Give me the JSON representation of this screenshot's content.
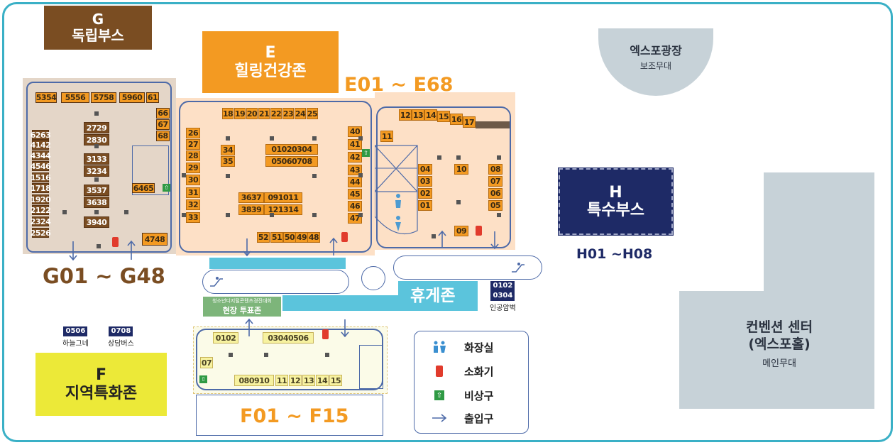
{
  "zones": {
    "g": {
      "letter": "G",
      "name": "독립부스",
      "range": "G01 ~ G48"
    },
    "e": {
      "letter": "E",
      "name": "힐링건강존",
      "range": "E01 ~ E68"
    },
    "h": {
      "letter": "H",
      "name": "특수부스",
      "range": "H01 ~H08"
    },
    "f": {
      "letter": "F",
      "name": "지역특화존",
      "range": "F01 ~ F15"
    }
  },
  "plaza": {
    "name": "엑스포광장",
    "sub": "보조무대"
  },
  "convention": {
    "line1": "컨벤션 센터",
    "line2": "(엑스포홀)",
    "sub": "메인무대"
  },
  "rest_zone": "휴게존",
  "vote": {
    "line1": "청소년디지털콘텐츠경진대회",
    "line2": "현장 투표존"
  },
  "small_booths": {
    "b0506": {
      "nums": "0506",
      "caption": "하늘그네"
    },
    "b0708": {
      "nums": "0708",
      "caption": "상담버스"
    },
    "b0102": {
      "nums1": "0102",
      "nums2": "0304",
      "caption": "인공암벽"
    }
  },
  "legend": {
    "restroom": "화장실",
    "extinguisher": "소화기",
    "exit": "비상구",
    "entrance": "출입구"
  },
  "booths": {
    "g": [
      [
        "5354",
        50,
        130,
        30,
        15
      ],
      [
        "5556",
        86,
        130,
        40,
        15
      ],
      [
        "5758",
        128,
        130,
        36,
        15
      ],
      [
        "5960",
        168,
        130,
        36,
        15
      ],
      [
        "61",
        206,
        130,
        18,
        15
      ],
      [
        "66",
        220,
        152,
        19,
        15
      ],
      [
        "67",
        220,
        168,
        19,
        15
      ],
      [
        "68",
        220,
        184,
        19,
        15
      ],
      [
        "6263",
        45,
        183,
        24,
        14
      ],
      [
        "4142",
        45,
        197,
        24,
        14
      ],
      [
        "4344",
        45,
        212,
        24,
        14
      ],
      [
        "4546",
        45,
        227,
        24,
        14
      ],
      [
        "1516",
        45,
        243,
        24,
        14
      ],
      [
        "1718",
        45,
        258,
        24,
        14
      ],
      [
        "1920",
        45,
        274,
        24,
        14
      ],
      [
        "2122",
        45,
        289,
        24,
        14
      ],
      [
        "2324",
        45,
        305,
        24,
        14
      ],
      [
        "2526",
        45,
        321,
        24,
        14
      ],
      [
        "2729",
        118,
        172,
        36,
        16
      ],
      [
        "2830",
        118,
        189,
        36,
        16
      ],
      [
        "3133",
        118,
        216,
        36,
        16
      ],
      [
        "3234",
        118,
        233,
        36,
        16
      ],
      [
        "3537",
        118,
        260,
        36,
        16
      ],
      [
        "3638",
        118,
        277,
        36,
        16
      ],
      [
        "3940",
        118,
        305,
        36,
        16
      ],
      [
        "6465",
        186,
        258,
        32,
        14
      ],
      [
        "4748",
        200,
        328,
        36,
        18
      ]
    ],
    "e": [
      [
        "18",
        313,
        152,
        16,
        16
      ],
      [
        "19",
        330,
        152,
        16,
        16
      ],
      [
        "20",
        347,
        152,
        16,
        16
      ],
      [
        "21",
        364,
        152,
        16,
        16
      ],
      [
        "22",
        381,
        152,
        16,
        16
      ],
      [
        "23",
        398,
        152,
        16,
        16
      ],
      [
        "24",
        415,
        152,
        16,
        16
      ],
      [
        "25",
        432,
        152,
        16,
        16
      ],
      [
        "26",
        262,
        180,
        20,
        15
      ],
      [
        "27",
        262,
        196,
        20,
        15
      ],
      [
        "28",
        262,
        212,
        20,
        15
      ],
      [
        "29",
        262,
        229,
        20,
        15
      ],
      [
        "30",
        262,
        246,
        20,
        15
      ],
      [
        "31",
        262,
        264,
        20,
        15
      ],
      [
        "32",
        262,
        281,
        20,
        15
      ],
      [
        "33",
        262,
        299,
        20,
        15
      ],
      [
        "34",
        311,
        204,
        20,
        15
      ],
      [
        "35",
        311,
        220,
        20,
        15
      ],
      [
        "01020304",
        374,
        203,
        74,
        15
      ],
      [
        "05060708",
        374,
        220,
        74,
        15
      ],
      [
        "3637",
        336,
        271,
        36,
        15
      ],
      [
        "091011",
        372,
        271,
        54,
        15
      ],
      [
        "3839",
        336,
        288,
        36,
        15
      ],
      [
        "121314",
        372,
        288,
        54,
        15
      ],
      [
        "52",
        362,
        327,
        18,
        15
      ],
      [
        "51",
        381,
        327,
        18,
        15
      ],
      [
        "50",
        399,
        327,
        18,
        15
      ],
      [
        "49",
        416,
        327,
        18,
        15
      ],
      [
        "48",
        433,
        327,
        18,
        15
      ],
      [
        "40",
        490,
        178,
        20,
        15
      ],
      [
        "41",
        490,
        196,
        20,
        15
      ],
      [
        "42",
        490,
        214,
        20,
        15
      ],
      [
        "43",
        490,
        232,
        20,
        15
      ],
      [
        "44",
        490,
        249,
        20,
        15
      ],
      [
        "45",
        490,
        266,
        20,
        15
      ],
      [
        "46",
        490,
        283,
        20,
        15
      ],
      [
        "47",
        490,
        300,
        20,
        15
      ],
      [
        "12",
        562,
        154,
        18,
        16
      ],
      [
        "13",
        580,
        154,
        18,
        16
      ],
      [
        "14",
        598,
        154,
        18,
        16
      ],
      [
        "15",
        616,
        156,
        18,
        16
      ],
      [
        "16",
        634,
        160,
        18,
        16
      ],
      [
        "17",
        652,
        164,
        18,
        16
      ],
      [
        "11",
        536,
        184,
        18,
        16
      ],
      [
        "04",
        589,
        231,
        20,
        15
      ],
      [
        "03",
        589,
        248,
        20,
        15
      ],
      [
        "02",
        589,
        265,
        20,
        15
      ],
      [
        "01",
        589,
        282,
        20,
        15
      ],
      [
        "10",
        640,
        231,
        20,
        15
      ],
      [
        "08",
        688,
        231,
        20,
        15
      ],
      [
        "07",
        688,
        248,
        20,
        15
      ],
      [
        "06",
        688,
        265,
        20,
        15
      ],
      [
        "05",
        688,
        282,
        20,
        15
      ],
      [
        "09",
        640,
        318,
        20,
        15
      ]
    ],
    "f": [
      [
        "0102",
        300,
        468,
        36,
        16
      ],
      [
        "03040506",
        370,
        468,
        72,
        16
      ],
      [
        "07",
        282,
        503,
        18,
        16
      ],
      [
        "080910",
        330,
        528,
        56,
        16
      ],
      [
        "11",
        388,
        528,
        18,
        16
      ],
      [
        "12",
        407,
        528,
        18,
        16
      ],
      [
        "13",
        426,
        528,
        18,
        16
      ],
      [
        "14",
        445,
        528,
        18,
        16
      ],
      [
        "15",
        464,
        528,
        18,
        16
      ]
    ]
  },
  "colors": {
    "g": "#7a4d22",
    "e": "#f39a22",
    "h": "#1e2a66",
    "f": "#ece938",
    "frame": "#3ab0c6",
    "rest_bar": "#5bc4dc"
  },
  "icons": [
    "restroom-icon",
    "fire-extinguisher-icon",
    "emergency-exit-icon",
    "entrance-arrow-icon",
    "escalator-icon"
  ]
}
